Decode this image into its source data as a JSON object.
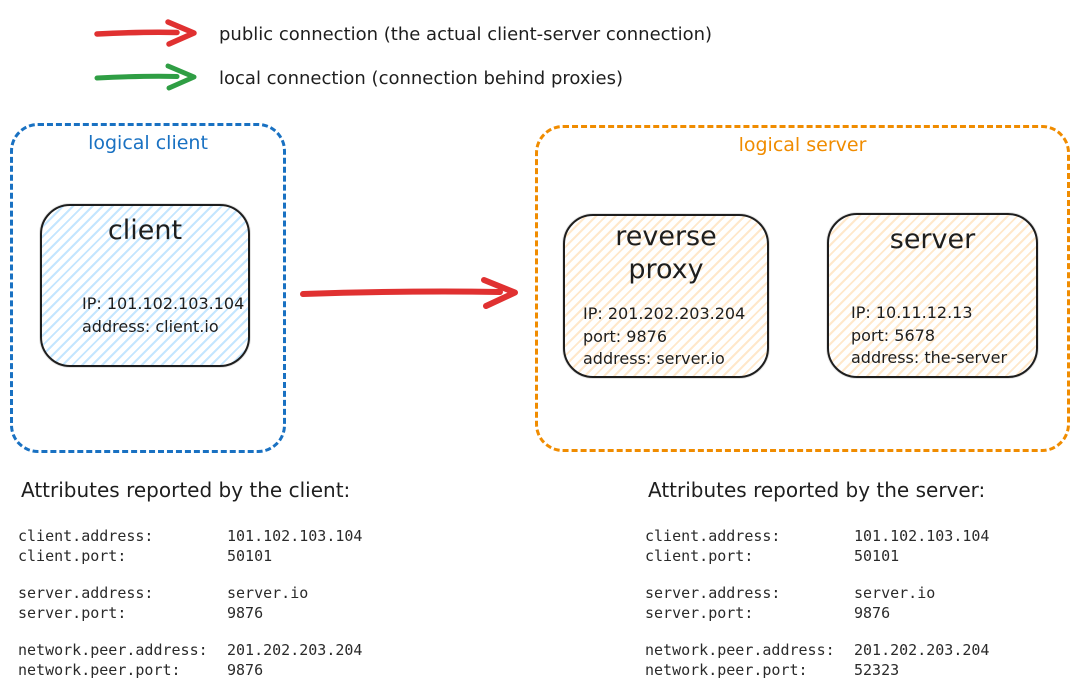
{
  "colors": {
    "red": "#e03131",
    "green": "#2f9e44",
    "blue": "#1971c2",
    "orange": "#f08c00",
    "ink": "#1e1e1e",
    "client_fill": "#a5d8ff",
    "server_fill": "#ffd8a8"
  },
  "legend": {
    "items": [
      {
        "icon": "red-arrow-icon",
        "label": "public connection (the actual client-server connection)"
      },
      {
        "icon": "green-arrow-icon",
        "label": "local connection (connection behind proxies)"
      }
    ]
  },
  "logical_client": {
    "label": "logical client",
    "node": {
      "title": "client",
      "lines": [
        "IP: 101.102.103.104",
        "address: client.io"
      ]
    }
  },
  "logical_server": {
    "label": "logical server",
    "nodes": [
      {
        "title": "reverse proxy",
        "lines": [
          "IP: 201.202.203.204",
          "port: 9876",
          "address: server.io"
        ]
      },
      {
        "title": "server",
        "lines": [
          "IP: 10.11.12.13",
          "port: 5678",
          "address: the-server"
        ]
      }
    ]
  },
  "client_attributes": {
    "heading": "Attributes reported by the client:",
    "groups": [
      [
        {
          "key": "client.address:",
          "value": "101.102.103.104"
        },
        {
          "key": "client.port:",
          "value": "50101"
        }
      ],
      [
        {
          "key": "server.address:",
          "value": "server.io"
        },
        {
          "key": "server.port:",
          "value": "9876"
        }
      ],
      [
        {
          "key": "network.peer.address:",
          "value": "201.202.203.204"
        },
        {
          "key": "network.peer.port:",
          "value": "9876"
        }
      ]
    ]
  },
  "server_attributes": {
    "heading": "Attributes reported by the server:",
    "groups": [
      [
        {
          "key": "client.address:",
          "value": "101.102.103.104"
        },
        {
          "key": "client.port:",
          "value": "50101"
        }
      ],
      [
        {
          "key": "server.address:",
          "value": "server.io"
        },
        {
          "key": "server.port:",
          "value": "9876"
        }
      ],
      [
        {
          "key": "network.peer.address:",
          "value": "201.202.203.204"
        },
        {
          "key": "network.peer.port:",
          "value": "52323"
        }
      ]
    ]
  }
}
